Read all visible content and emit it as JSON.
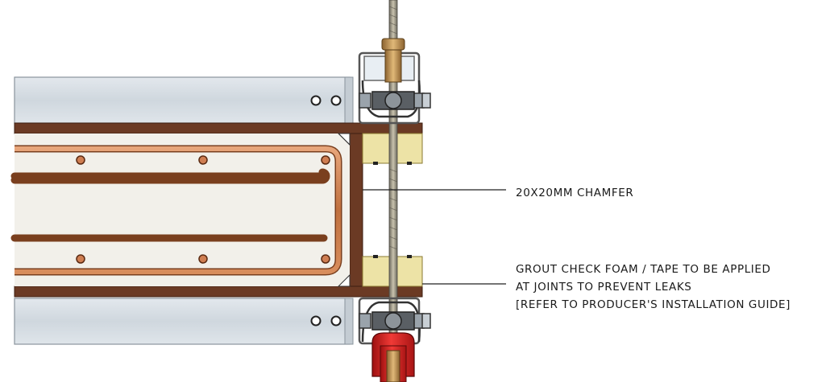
{
  "annotations": {
    "chamfer": "20X20MM CHAMFER",
    "grout_line1": "GROUT CHECK FOAM / TAPE TO BE APPLIED",
    "grout_line2": "AT JOINTS TO PREVENT LEAKS",
    "grout_line3": "[REFER TO PRODUCER'S INSTALLATION GUIDE]"
  },
  "colors": {
    "steel": "#d6dde4",
    "steel_edge": "#8a949c",
    "timber": "#6b3a24",
    "rebar": "#c77a4f",
    "concrete": "#f2f0ea",
    "foam": "#ede3a6",
    "tie_rod": "#b8894a",
    "clamp": "#d8272a"
  }
}
